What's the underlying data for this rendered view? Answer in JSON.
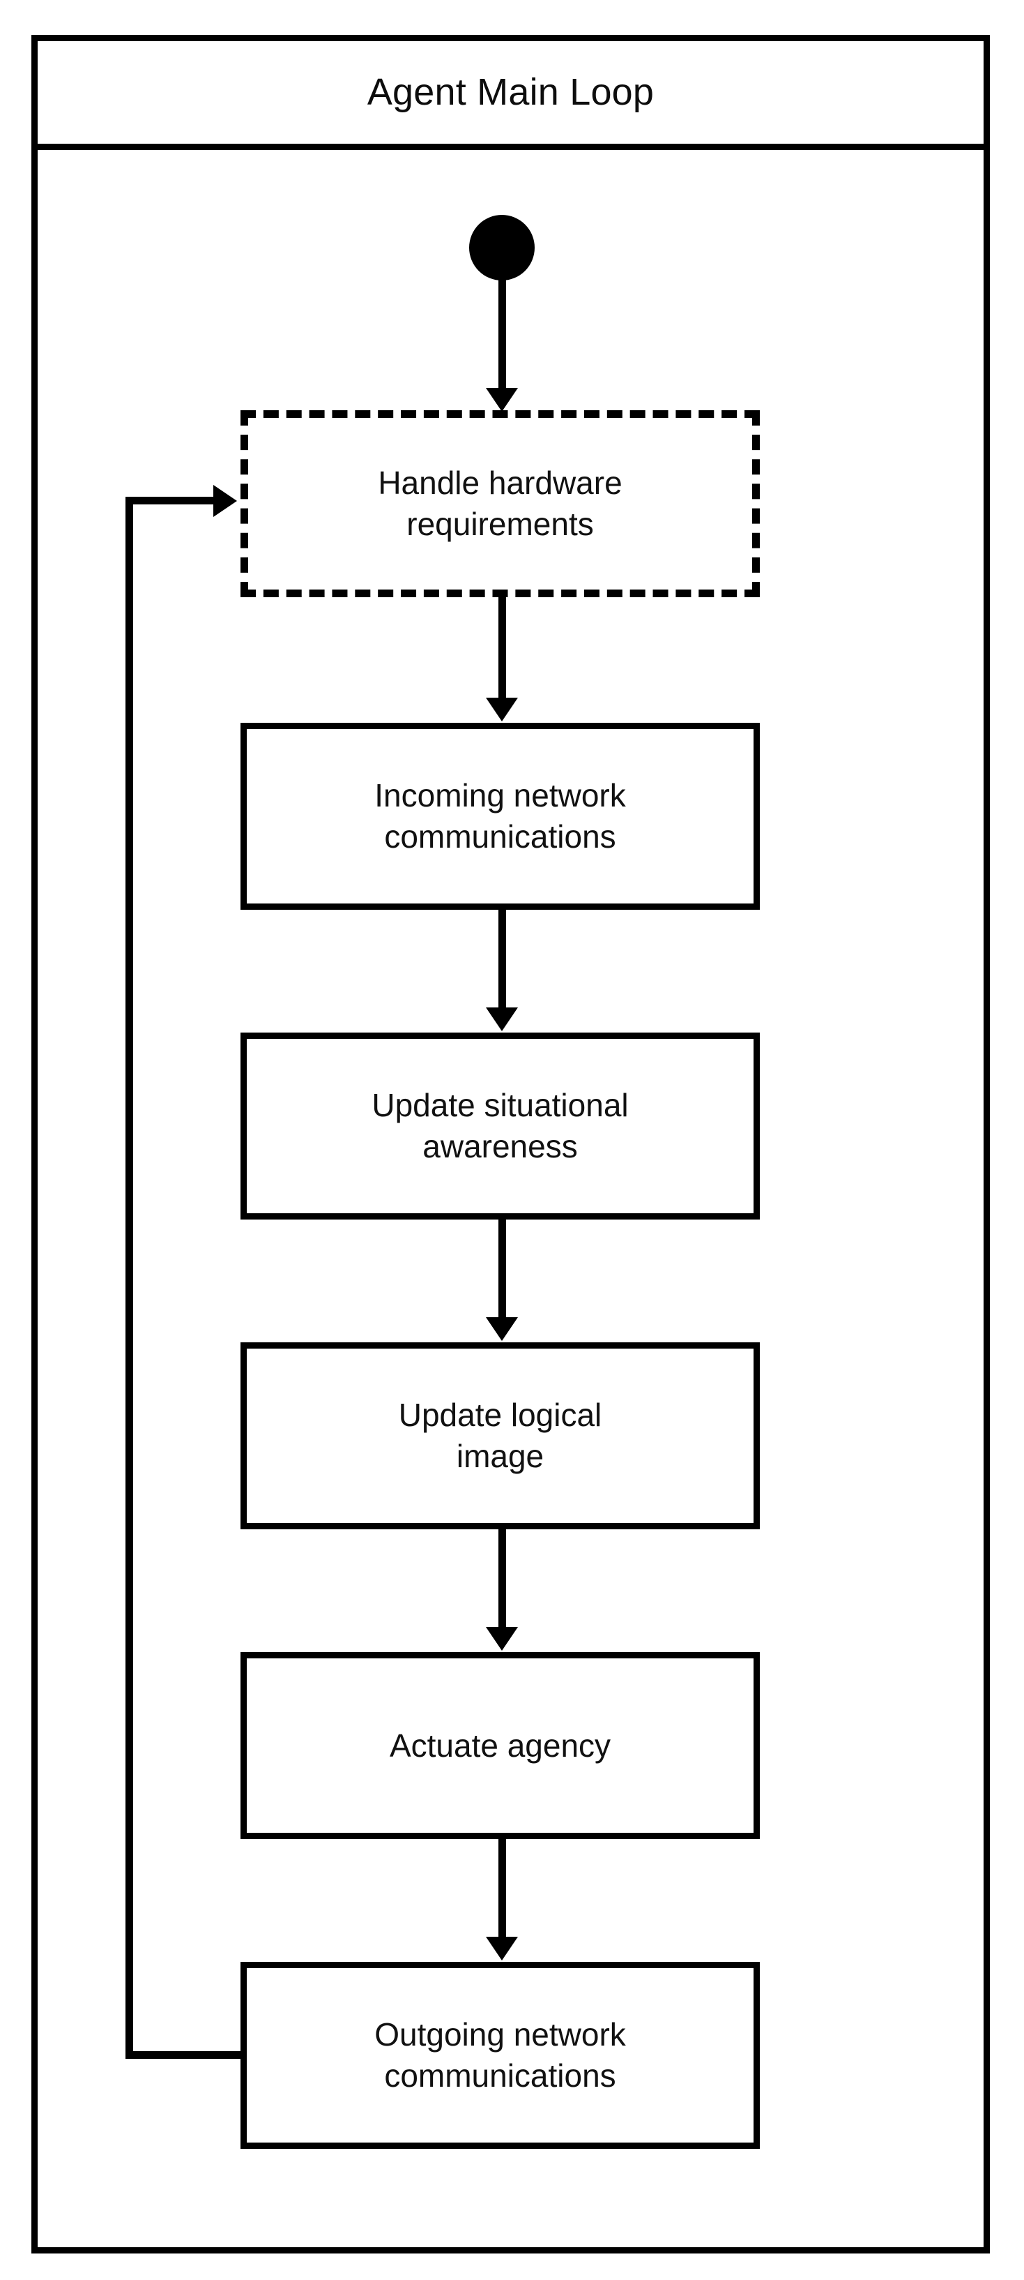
{
  "diagram": {
    "type": "uml-activity-diagram",
    "title": "Agent Main Loop",
    "colors": {
      "stroke": "#000000",
      "background": "#ffffff",
      "text": "#111111"
    },
    "start_node": {
      "name": "initial-node",
      "shape": "filled-circle"
    },
    "nodes": [
      {
        "id": "handle-hardware-requirements",
        "label": "Handle hardware\nrequirements",
        "border": "dashed"
      },
      {
        "id": "incoming-network-communications",
        "label": "Incoming network\ncommunications",
        "border": "solid"
      },
      {
        "id": "update-situational-awareness",
        "label": "Update situational\nawareness",
        "border": "solid"
      },
      {
        "id": "update-logical-image",
        "label": "Update logical\nimage",
        "border": "solid"
      },
      {
        "id": "actuate-agency",
        "label": "Actuate agency",
        "border": "solid"
      },
      {
        "id": "outgoing-network-communications",
        "label": "Outgoing network\ncommunications",
        "border": "solid"
      }
    ],
    "edges": [
      {
        "from": "initial-node",
        "to": "handle-hardware-requirements",
        "style": "arrow-down"
      },
      {
        "from": "handle-hardware-requirements",
        "to": "incoming-network-communications",
        "style": "arrow-down"
      },
      {
        "from": "incoming-network-communications",
        "to": "update-situational-awareness",
        "style": "arrow-down"
      },
      {
        "from": "update-situational-awareness",
        "to": "update-logical-image",
        "style": "arrow-down"
      },
      {
        "from": "update-logical-image",
        "to": "actuate-agency",
        "style": "arrow-down"
      },
      {
        "from": "actuate-agency",
        "to": "outgoing-network-communications",
        "style": "arrow-down"
      },
      {
        "from": "outgoing-network-communications",
        "to": "handle-hardware-requirements",
        "style": "loop-back-left"
      }
    ]
  }
}
